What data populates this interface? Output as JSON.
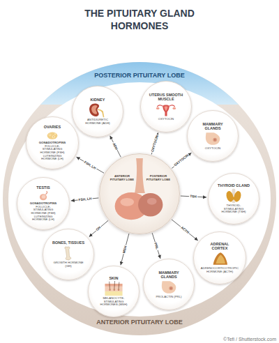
{
  "diagram": {
    "title": "THE PITUITARY GLAND HORMONES",
    "nodes": [
      {
        "text": [
          "POSTERIOR PITUITARY LOBE"
        ]
      },
      {
        "text": [
          "KIDNEY",
          "ANTIDIURETIC HORMONE (ADH)"
        ]
      },
      {
        "text": [
          "UTERUS SMOOTH MUSCLE",
          "OXYTOCIN"
        ]
      },
      {
        "text": [
          "MAMMARY GLANDS",
          "OXYTOCIN"
        ]
      },
      {
        "text": [
          "OVARIES",
          "GONADOTROPINS",
          "FOLLICLE-STIMULATING HORMONE (FSH) LUTEINIZING HORMONE (LH)"
        ]
      },
      {
        "text": [
          "ANTERIOR PITUITARY LOBE",
          "POSTERIOR PITUITARY LOBE"
        ]
      },
      {
        "text": [
          "THYROID GLAND",
          "THYROID-STIMULATING HORMONE (TSH)"
        ]
      },
      {
        "text": [
          "TESTIS",
          "GONADOTROPINS",
          "FOLLICLE-STIMULATING HORMONE (FSH) LUTEINIZING HORMONE (LH)"
        ]
      },
      {
        "text": [
          "BONES, TISSUES",
          "GROWTH HORMONE (GH)"
        ]
      },
      {
        "text": [
          "ADRENAL CORTEX",
          "ADRENOCORTICOTROPIC HORMONE (ACTH)"
        ]
      },
      {
        "text": [
          "SKIN",
          "MELANOCYTE-STIMULATING HORMONES (MSH)"
        ]
      },
      {
        "text": [
          "MAMMARY GLANDS",
          "PROLACTIN (PRL)"
        ]
      },
      {
        "text": [
          "ANTERIOR PITUITARY LOBE"
        ]
      }
    ],
    "edges": [
      {
        "from": 5,
        "to": 1,
        "arrow": "to",
        "label": "ADH"
      },
      {
        "from": 5,
        "to": 2,
        "arrow": "to",
        "label": "OXYTOCIN"
      },
      {
        "from": 5,
        "to": 3,
        "arrow": "to",
        "label": "OXYTOCIN"
      },
      {
        "from": 5,
        "to": 4,
        "arrow": "to",
        "label": "FSH, LH"
      },
      {
        "from": 5,
        "to": 6,
        "arrow": "to",
        "label": "TSH"
      },
      {
        "from": 5,
        "to": 7,
        "arrow": "to",
        "label": "FSH, LH"
      },
      {
        "from": 5,
        "to": 8,
        "arrow": "to",
        "label": "GH"
      },
      {
        "from": 5,
        "to": 9,
        "arrow": "to",
        "label": "ACTH"
      },
      {
        "from": 5,
        "to": 10,
        "arrow": "to",
        "label": "MSH"
      },
      {
        "from": 5,
        "to": 11,
        "arrow": "to",
        "label": "PRL"
      }
    ],
    "labels": [
      "©Tefi / Shutterstock.com"
    ]
  }
}
